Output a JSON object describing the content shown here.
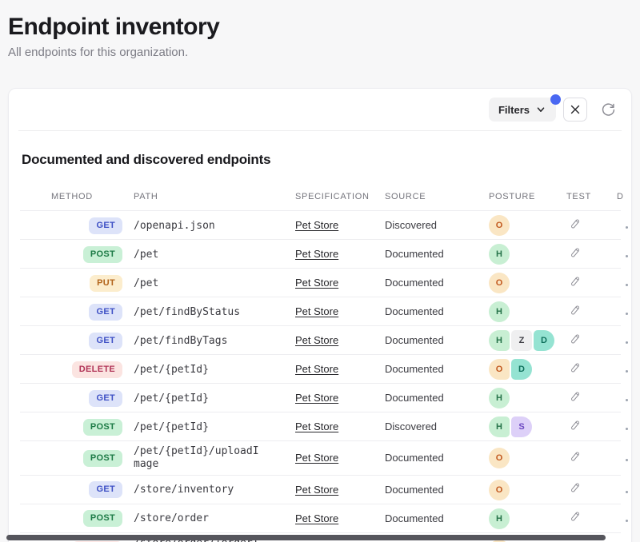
{
  "page": {
    "title": "Endpoint inventory",
    "subtitle": "All endpoints for this organization."
  },
  "toolbar": {
    "filters_label": "Filters",
    "has_active_filter_indicator": true
  },
  "section": {
    "title": "Documented and discovered endpoints"
  },
  "table": {
    "headers": {
      "method": "METHOD",
      "path": "PATH",
      "specification": "SPECIFICATION",
      "source": "SOURCE",
      "posture": "POSTURE",
      "test": "TEST",
      "d": "D"
    },
    "rows": [
      {
        "method": "GET",
        "path": "/openapi.json",
        "specification": "Pet Store",
        "source": "Discovered",
        "posture": [
          {
            "label": "O",
            "variant": "orange"
          }
        ]
      },
      {
        "method": "POST",
        "path": "/pet",
        "specification": "Pet Store",
        "source": "Documented",
        "posture": [
          {
            "label": "H",
            "variant": "green"
          }
        ]
      },
      {
        "method": "PUT",
        "path": "/pet",
        "specification": "Pet Store",
        "source": "Documented",
        "posture": [
          {
            "label": "O",
            "variant": "orange"
          }
        ]
      },
      {
        "method": "GET",
        "path": "/pet/findByStatus",
        "specification": "Pet Store",
        "source": "Documented",
        "posture": [
          {
            "label": "H",
            "variant": "green"
          }
        ]
      },
      {
        "method": "GET",
        "path": "/pet/findByTags",
        "specification": "Pet Store",
        "source": "Documented",
        "posture": [
          {
            "label": "H",
            "variant": "green"
          },
          {
            "label": "Z",
            "variant": "gray"
          },
          {
            "label": "D",
            "variant": "teal"
          }
        ]
      },
      {
        "method": "DELETE",
        "path": "/pet/{petId}",
        "specification": "Pet Store",
        "source": "Documented",
        "posture": [
          {
            "label": "O",
            "variant": "orange"
          },
          {
            "label": "D",
            "variant": "teal"
          }
        ]
      },
      {
        "method": "GET",
        "path": "/pet/{petId}",
        "specification": "Pet Store",
        "source": "Documented",
        "posture": [
          {
            "label": "H",
            "variant": "green"
          }
        ]
      },
      {
        "method": "POST",
        "path": "/pet/{petId}",
        "specification": "Pet Store",
        "source": "Discovered",
        "posture": [
          {
            "label": "H",
            "variant": "green"
          },
          {
            "label": "S",
            "variant": "purple"
          }
        ]
      },
      {
        "method": "POST",
        "path": "/pet/{petId}/uploadImage",
        "specification": "Pet Store",
        "source": "Documented",
        "posture": [
          {
            "label": "O",
            "variant": "orange"
          }
        ]
      },
      {
        "method": "GET",
        "path": "/store/inventory",
        "specification": "Pet Store",
        "source": "Documented",
        "posture": [
          {
            "label": "O",
            "variant": "orange"
          }
        ]
      },
      {
        "method": "POST",
        "path": "/store/order",
        "specification": "Pet Store",
        "source": "Documented",
        "posture": [
          {
            "label": "H",
            "variant": "green"
          }
        ]
      },
      {
        "method": "DELETE",
        "path": "/store/order/{orderId}",
        "specification": "",
        "source": "",
        "posture": [
          {
            "label": "O",
            "variant": "orange"
          }
        ]
      }
    ]
  },
  "colors": {
    "accent_indicator": "#4a68f2",
    "method_get_bg": "#dde3f9",
    "method_get_text": "#3f51c5",
    "method_post_bg": "#c9f0d6",
    "method_post_text": "#1d7a46",
    "method_put_bg": "#fcedcd",
    "method_put_text": "#b2641b",
    "method_delete_bg": "#fbe4e1",
    "method_delete_text": "#b13558",
    "posture_h_bg": "#c8efd3",
    "posture_o_bg": "#fae6c4",
    "posture_z_bg": "#efeff0",
    "posture_d_bg": "#95e3d2",
    "posture_s_bg": "#ddd0f8"
  }
}
